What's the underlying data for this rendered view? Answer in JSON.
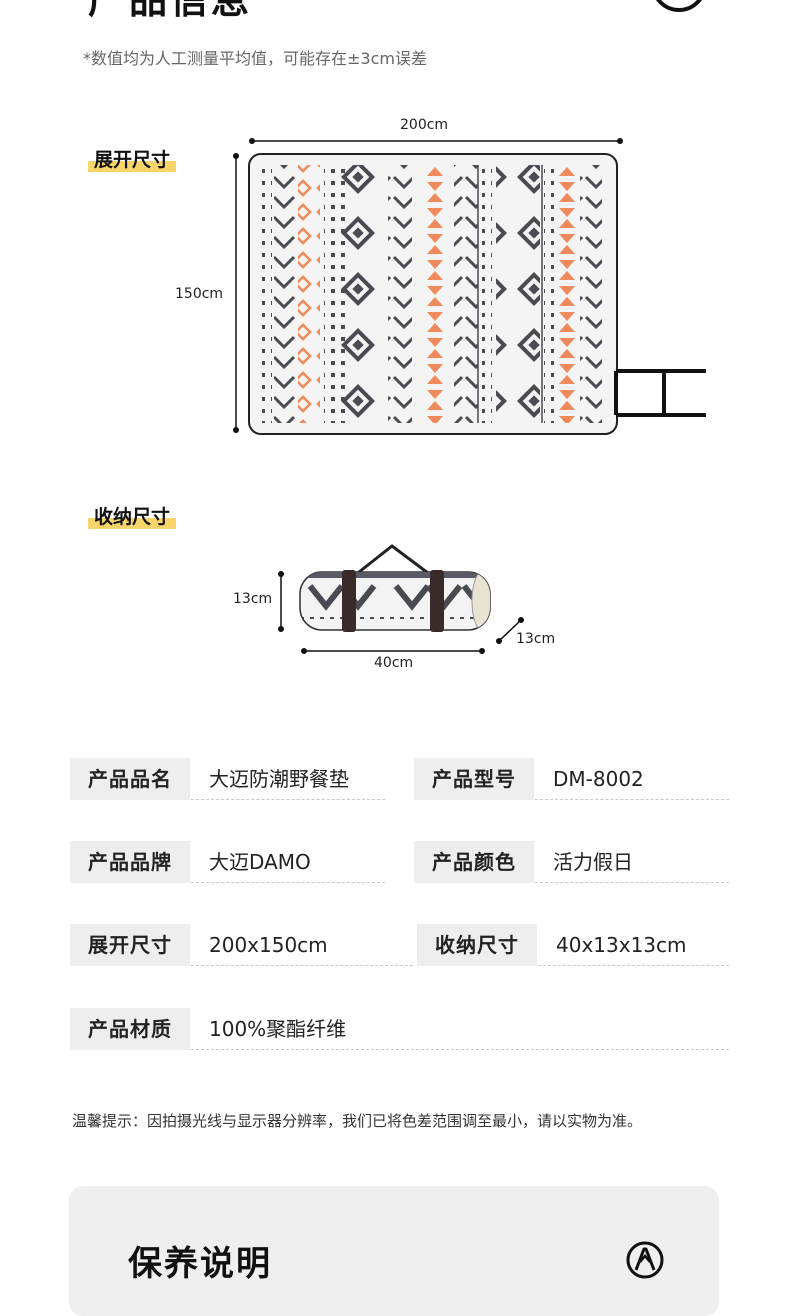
{
  "header": {
    "title": "产品信息",
    "note": "*数值均为人工测量平均值，可能存在±3cm误差"
  },
  "unfolded": {
    "tag": "展开尺寸",
    "width_label": "200cm",
    "height_label": "150cm"
  },
  "folded": {
    "tag": "收纳尺寸",
    "height_label": "13cm",
    "width_label": "40cm",
    "depth_label": "13cm"
  },
  "specs": [
    {
      "label": "产品品名",
      "value": "大迈防潮野餐垫"
    },
    {
      "label": "产品型号",
      "value": "DM-8002"
    },
    {
      "label": "产品品牌",
      "value": "大迈DAMO"
    },
    {
      "label": "产品颜色",
      "value": "活力假日"
    },
    {
      "label": "展开尺寸",
      "value": "200x150cm"
    },
    {
      "label": "收纳尺寸",
      "value": "40x13x13cm"
    },
    {
      "label": "产品材质",
      "value": "100%聚酯纤维"
    }
  ],
  "tip": "温馨提示：因拍摄光线与显示器分辨率，我们已将色差范围调至最小，请以实物为准。",
  "care": {
    "title": "保养说明"
  },
  "colors": {
    "accent_orange": "#f08a5d",
    "pattern_gray": "#4a4a52",
    "highlight_yellow": "#f8d56b"
  }
}
